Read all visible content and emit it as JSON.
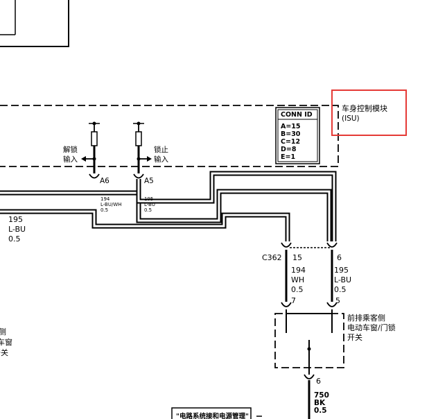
{
  "module": {
    "name_line1": "车身控制模块",
    "name_line2": "(ISU)",
    "highlight_color": "#e53935"
  },
  "conn_id": {
    "title": "CONN ID",
    "rows": [
      "A=15",
      "B=30",
      "C=12",
      "D=8",
      "E=1"
    ]
  },
  "inputs": {
    "unlock_line1": "解锁",
    "unlock_line2": "输入",
    "lock_line1": "锁止",
    "lock_line2": "输入"
  },
  "pins": {
    "a6": "A6",
    "a5": "A5",
    "c362": "C362",
    "c362_15": "15",
    "c362_6": "6",
    "switch_7": "7",
    "switch_5": "5",
    "ground_6": "6"
  },
  "wires": {
    "left": {
      "circuit": "195",
      "color": "L-BU",
      "gauge": "0.5"
    },
    "small_194": {
      "circuit": "194",
      "color": "L-BU/WH",
      "gauge": "0.5"
    },
    "small_195": {
      "circuit": "195",
      "color": "L-BU",
      "gauge": "0.5"
    },
    "mid_194": {
      "circuit": "194",
      "color": "WH",
      "gauge": "0.5"
    },
    "mid_195": {
      "circuit": "195",
      "color": "L-BU",
      "gauge": "0.5"
    },
    "ground": {
      "circuit": "750",
      "color": "BK",
      "gauge": "0.5"
    }
  },
  "switch": {
    "line1": "前排乘客侧",
    "line2": "电动车窗/门锁",
    "line3": "开关"
  },
  "left_switch": {
    "line1": "侧",
    "line2": "车窗",
    "line3": "开关"
  },
  "footer_ref": "\"电路系统接和电源管理\""
}
